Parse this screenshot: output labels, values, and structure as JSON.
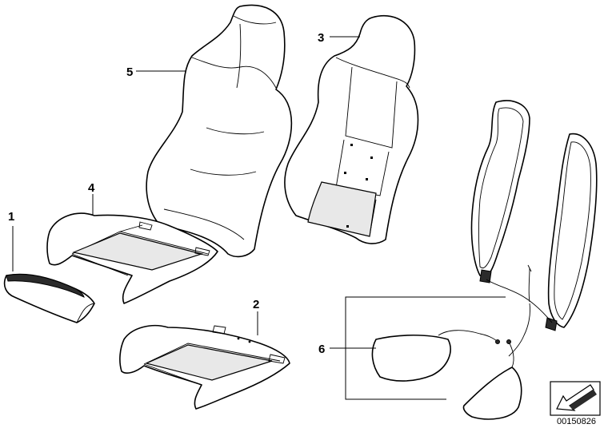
{
  "diagram": {
    "callouts": [
      {
        "id": "1",
        "label": "1"
      },
      {
        "id": "2",
        "label": "2"
      },
      {
        "id": "3",
        "label": "3"
      },
      {
        "id": "4",
        "label": "4"
      },
      {
        "id": "5",
        "label": "5"
      },
      {
        "id": "6",
        "label": "6"
      }
    ],
    "part_number": "00150826",
    "icon": "arrow-down-left-icon"
  }
}
